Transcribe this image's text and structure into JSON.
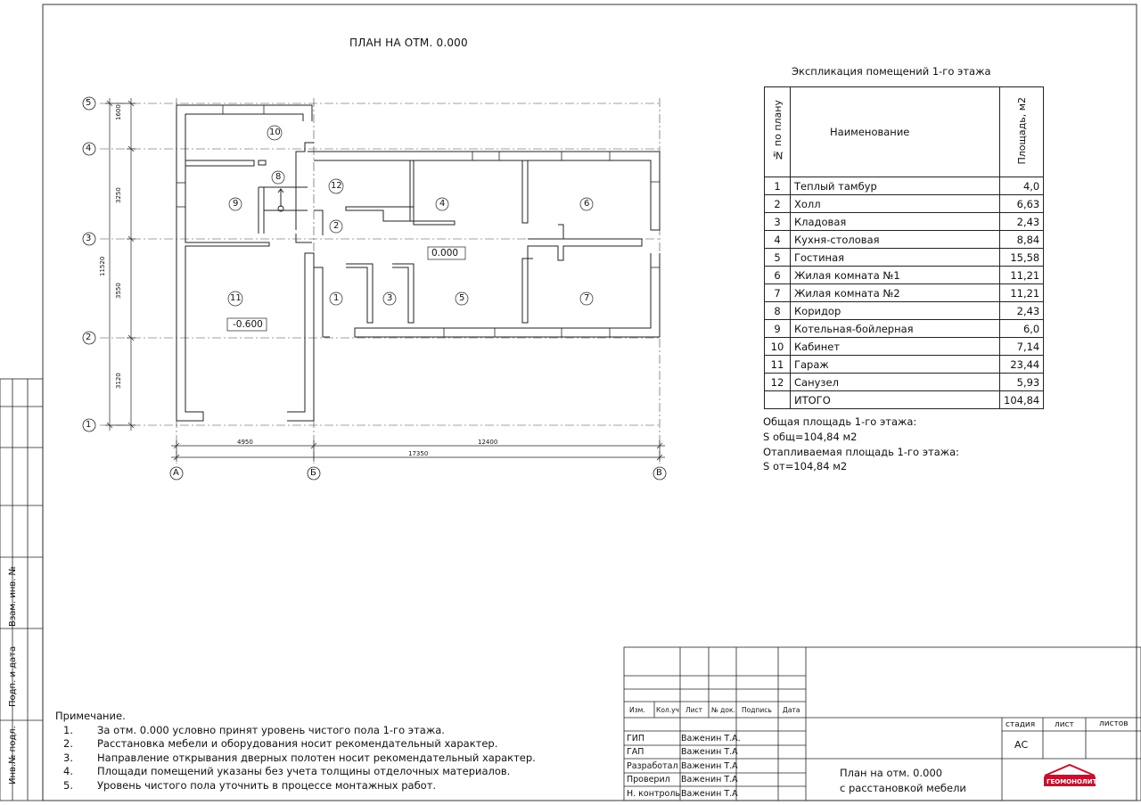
{
  "title": "ПЛАН НА ОТМ. 0.000",
  "explication": {
    "title": "Экспликация помещений 1-го этажа",
    "col_num": "№ по плану",
    "col_name": "Наименование",
    "col_area": "Площадь, м2",
    "rows": [
      {
        "n": "1",
        "name": "Теплый тамбур",
        "area": "4,0"
      },
      {
        "n": "2",
        "name": "Холл",
        "area": "6,63"
      },
      {
        "n": "3",
        "name": "Кладовая",
        "area": "2,43"
      },
      {
        "n": "4",
        "name": "Кухня-столовая",
        "area": "8,84"
      },
      {
        "n": "5",
        "name": "Гостиная",
        "area": "15,58"
      },
      {
        "n": "6",
        "name": "Жилая комната №1",
        "area": "11,21"
      },
      {
        "n": "7",
        "name": "Жилая комната №2",
        "area": "11,21"
      },
      {
        "n": "8",
        "name": "Коридор",
        "area": "2,43"
      },
      {
        "n": "9",
        "name": "Котельная-бойлерная",
        "area": "6,0"
      },
      {
        "n": "10",
        "name": "Кабинет",
        "area": "7,14"
      },
      {
        "n": "11",
        "name": "Гараж",
        "area": "23,44"
      },
      {
        "n": "12",
        "name": "Санузел",
        "area": "5,93"
      },
      {
        "n": "",
        "name": "ИТОГО",
        "area": "104,84"
      }
    ],
    "summary_1": "Общая площадь 1-го этажа:",
    "summary_2": "S общ=104,84 м2",
    "summary_3": "Отапливаемая площадь 1-го этажа:",
    "summary_4": "S от=104,84 м2"
  },
  "plan": {
    "axes_rows": [
      "5",
      "4",
      "3",
      "2",
      "1"
    ],
    "axes_cols": [
      "А",
      "Б",
      "В"
    ],
    "dims_vertical": [
      "1600",
      "3250",
      "3550",
      "3120"
    ],
    "dim_vertical_total": "11520",
    "dims_horizontal": [
      "4950",
      "12400"
    ],
    "dim_horizontal_total": "17350",
    "rooms": [
      "1",
      "2",
      "3",
      "4",
      "5",
      "6",
      "7",
      "8",
      "9",
      "10",
      "11",
      "12"
    ],
    "level_main": "0.000",
    "level_garage": "-0.600"
  },
  "notes": {
    "title": "Примечание.",
    "items": [
      {
        "n": "1.",
        "text": "За отм. 0.000 условно принят уровень чистого пола 1-го этажа."
      },
      {
        "n": "2.",
        "text": "Расстановка мебели и оборудования носит рекомендательный характер."
      },
      {
        "n": "3.",
        "text": "Направление открывания дверных полотен носит рекомендательный характер."
      },
      {
        "n": "4.",
        "text": "Площади помещений указаны без учета толщины отделочных материалов."
      },
      {
        "n": "5.",
        "text": "Уровень чистого пола уточнить в процессе монтажных работ."
      }
    ]
  },
  "side_stamp": [
    "Взам. инв. №",
    "Подп. и дата",
    "Инв.№ подл."
  ],
  "title_block": {
    "headers": [
      "Изм.",
      "Кол.уч",
      "Лист",
      "№ док.",
      "Подпись",
      "Дата"
    ],
    "roles": [
      {
        "role": "ГИП",
        "name": "Важенин Т.А."
      },
      {
        "role": "ГАП",
        "name": "Важенин Т.А"
      },
      {
        "role": "Разработал",
        "name": "Важенин Т.А"
      },
      {
        "role": "Проверил",
        "name": "Важенин Т.А"
      },
      {
        "role": "Н. контроль",
        "name": "Важенин Т.А"
      }
    ],
    "stage_label": "стадия",
    "sheet_label": "лист",
    "sheets_label": "листов",
    "stage_value": "АС",
    "drawing_title_1": "План на отм. 0.000",
    "drawing_title_2": "с расстановкой мебели",
    "logo_text": "ГЕОМОНОЛИТ"
  },
  "colors": {
    "line": "#222222",
    "logo": "#c8102e"
  }
}
